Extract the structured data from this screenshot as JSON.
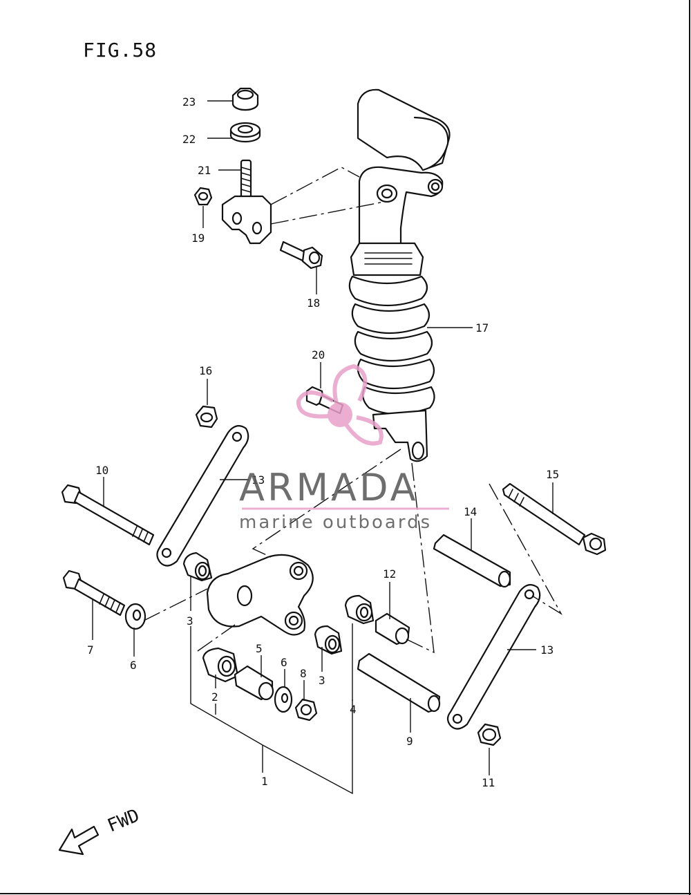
{
  "figure": {
    "title": "FIG.58",
    "direction_label": "FWD"
  },
  "watermark": {
    "brand": "ARMADA",
    "tagline": "marine outboards",
    "accent_color": "#e8a0c8"
  },
  "callouts": [
    {
      "id": "c1",
      "label": "1"
    },
    {
      "id": "c2",
      "label": "2"
    },
    {
      "id": "c3a",
      "label": "3"
    },
    {
      "id": "c3b",
      "label": "3"
    },
    {
      "id": "c4",
      "label": "4"
    },
    {
      "id": "c5",
      "label": "5"
    },
    {
      "id": "c6a",
      "label": "6"
    },
    {
      "id": "c6b",
      "label": "6"
    },
    {
      "id": "c7",
      "label": "7"
    },
    {
      "id": "c8",
      "label": "8"
    },
    {
      "id": "c9",
      "label": "9"
    },
    {
      "id": "c10",
      "label": "10"
    },
    {
      "id": "c11",
      "label": "11"
    },
    {
      "id": "c12",
      "label": "12"
    },
    {
      "id": "c13a",
      "label": "13"
    },
    {
      "id": "c13b",
      "label": "13"
    },
    {
      "id": "c14",
      "label": "14"
    },
    {
      "id": "c15",
      "label": "15"
    },
    {
      "id": "c16",
      "label": "16"
    },
    {
      "id": "c17",
      "label": "17"
    },
    {
      "id": "c18",
      "label": "18"
    },
    {
      "id": "c19",
      "label": "19"
    },
    {
      "id": "c20",
      "label": "20"
    },
    {
      "id": "c21",
      "label": "21"
    },
    {
      "id": "c22",
      "label": "22"
    },
    {
      "id": "c23",
      "label": "23"
    }
  ]
}
